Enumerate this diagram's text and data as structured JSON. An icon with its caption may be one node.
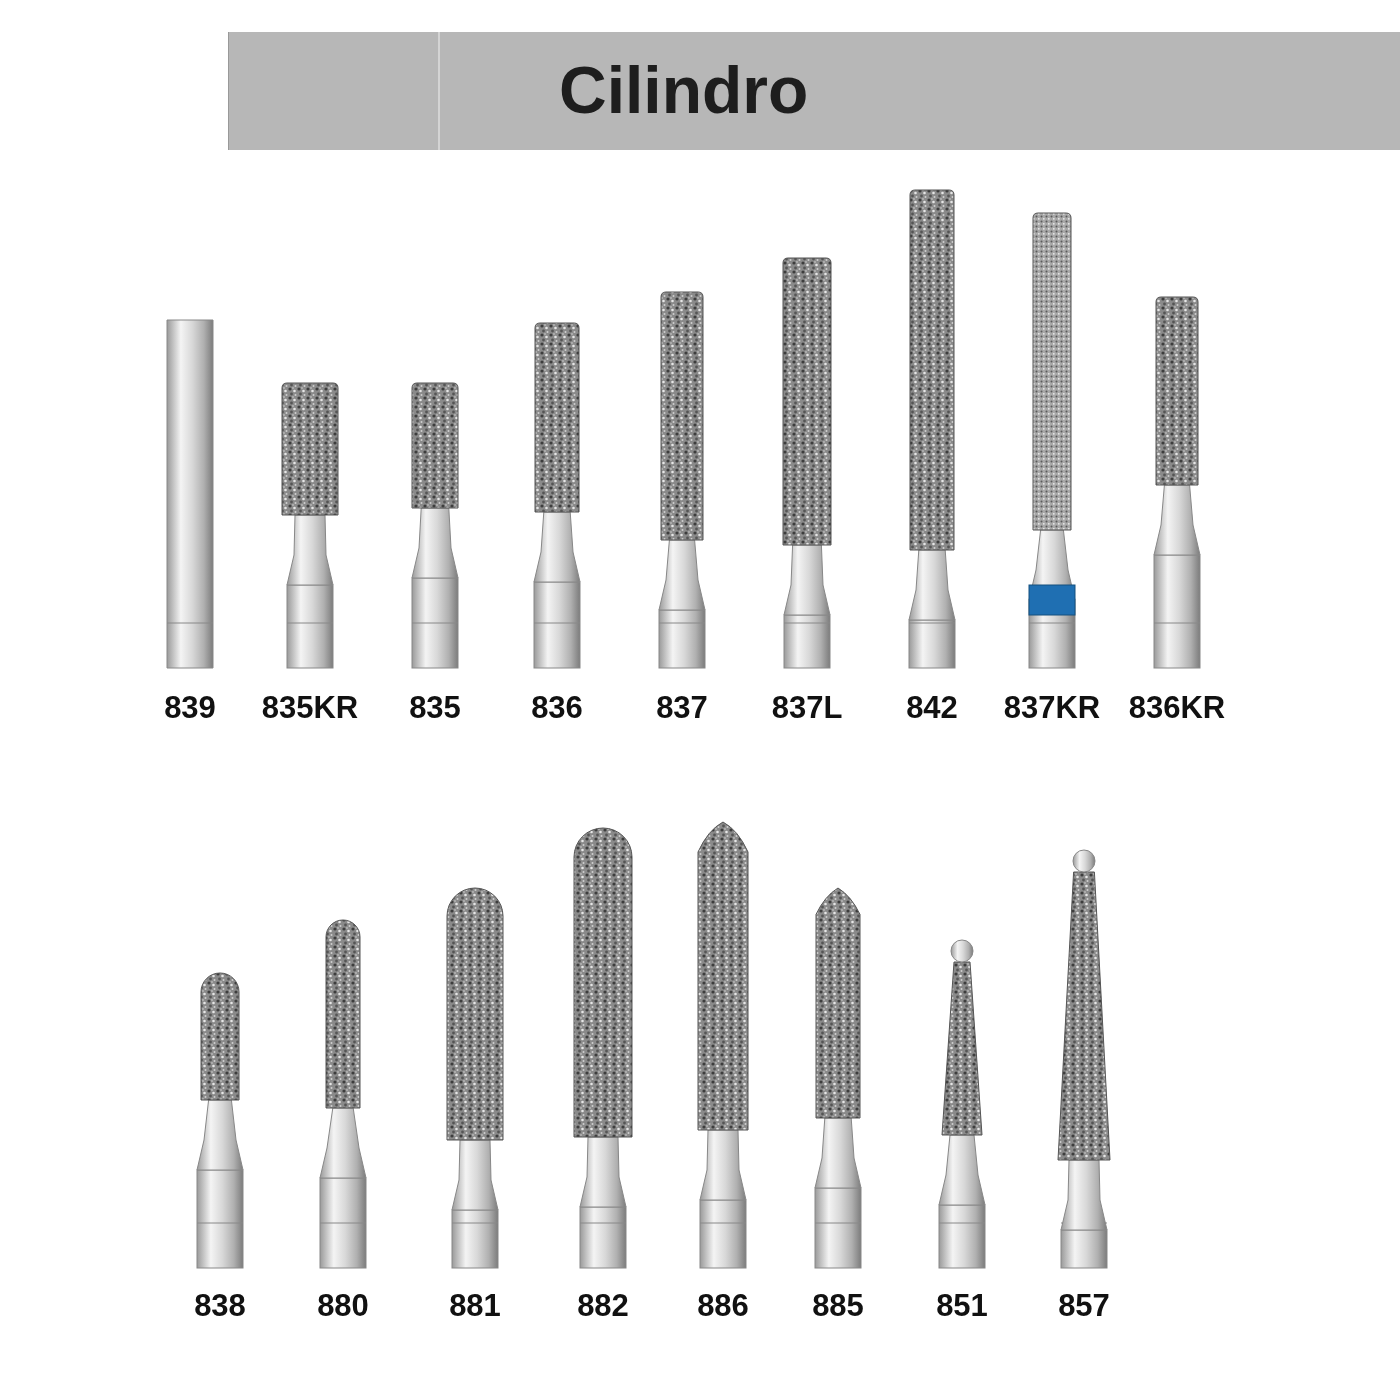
{
  "diagram": {
    "title": "Cilindro",
    "labels": [
      "839",
      "835KR",
      "835",
      "836",
      "837",
      "837L",
      "842",
      "837KR",
      "836KR",
      "838",
      "880",
      "881",
      "882",
      "886",
      "885",
      "851",
      "857"
    ]
  }
}
